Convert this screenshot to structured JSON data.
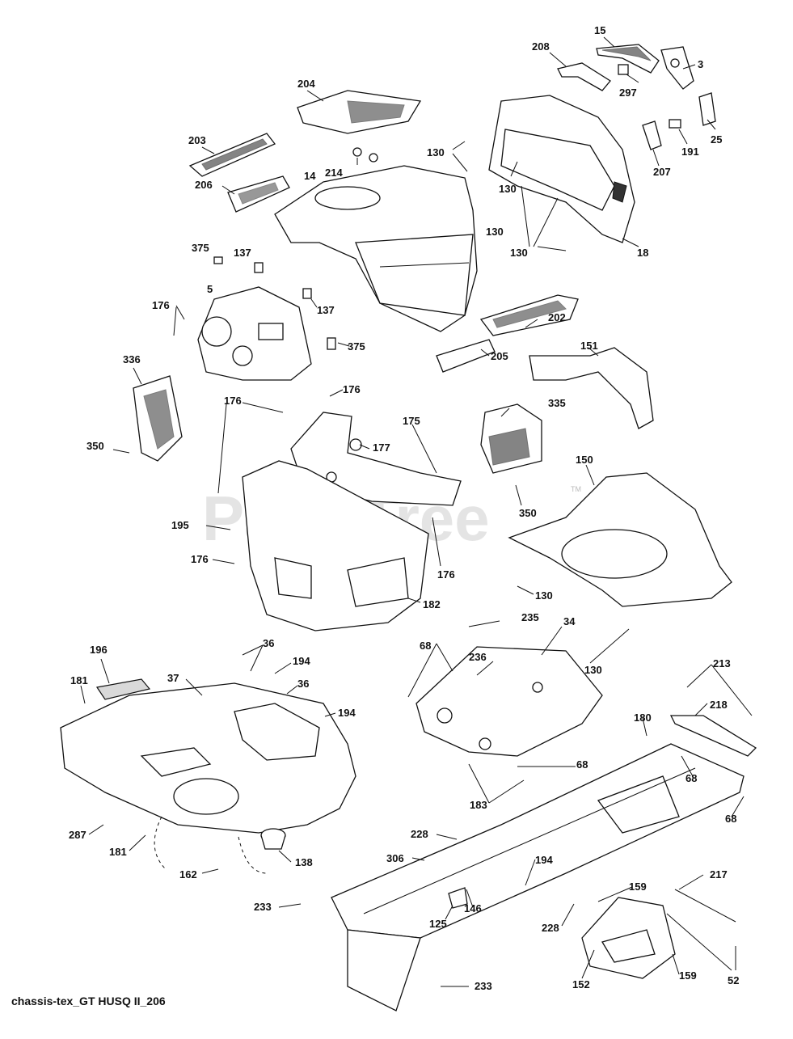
{
  "watermark": {
    "text": "PartsTree",
    "tm": "TM"
  },
  "caption": "chassis-tex_GT HUSQ II_206",
  "callouts": [
    "15",
    "208",
    "3",
    "297",
    "25",
    "191",
    "207",
    "204",
    "203",
    "214",
    "14",
    "130",
    "130",
    "130",
    "130",
    "18",
    "206",
    "375",
    "137",
    "137",
    "5",
    "176",
    "375",
    "202",
    "205",
    "151",
    "336",
    "176",
    "176",
    "175",
    "177",
    "350",
    "335",
    "150",
    "350",
    "195",
    "176",
    "176",
    "182",
    "130",
    "130",
    "196",
    "36",
    "194",
    "36",
    "194",
    "181",
    "37",
    "68",
    "235",
    "236",
    "34",
    "213",
    "218",
    "180",
    "68",
    "68",
    "68",
    "183",
    "287",
    "181",
    "138",
    "162",
    "228",
    "306",
    "194",
    "146",
    "125",
    "228",
    "159",
    "217",
    "233",
    "152",
    "159",
    "52",
    "233"
  ]
}
